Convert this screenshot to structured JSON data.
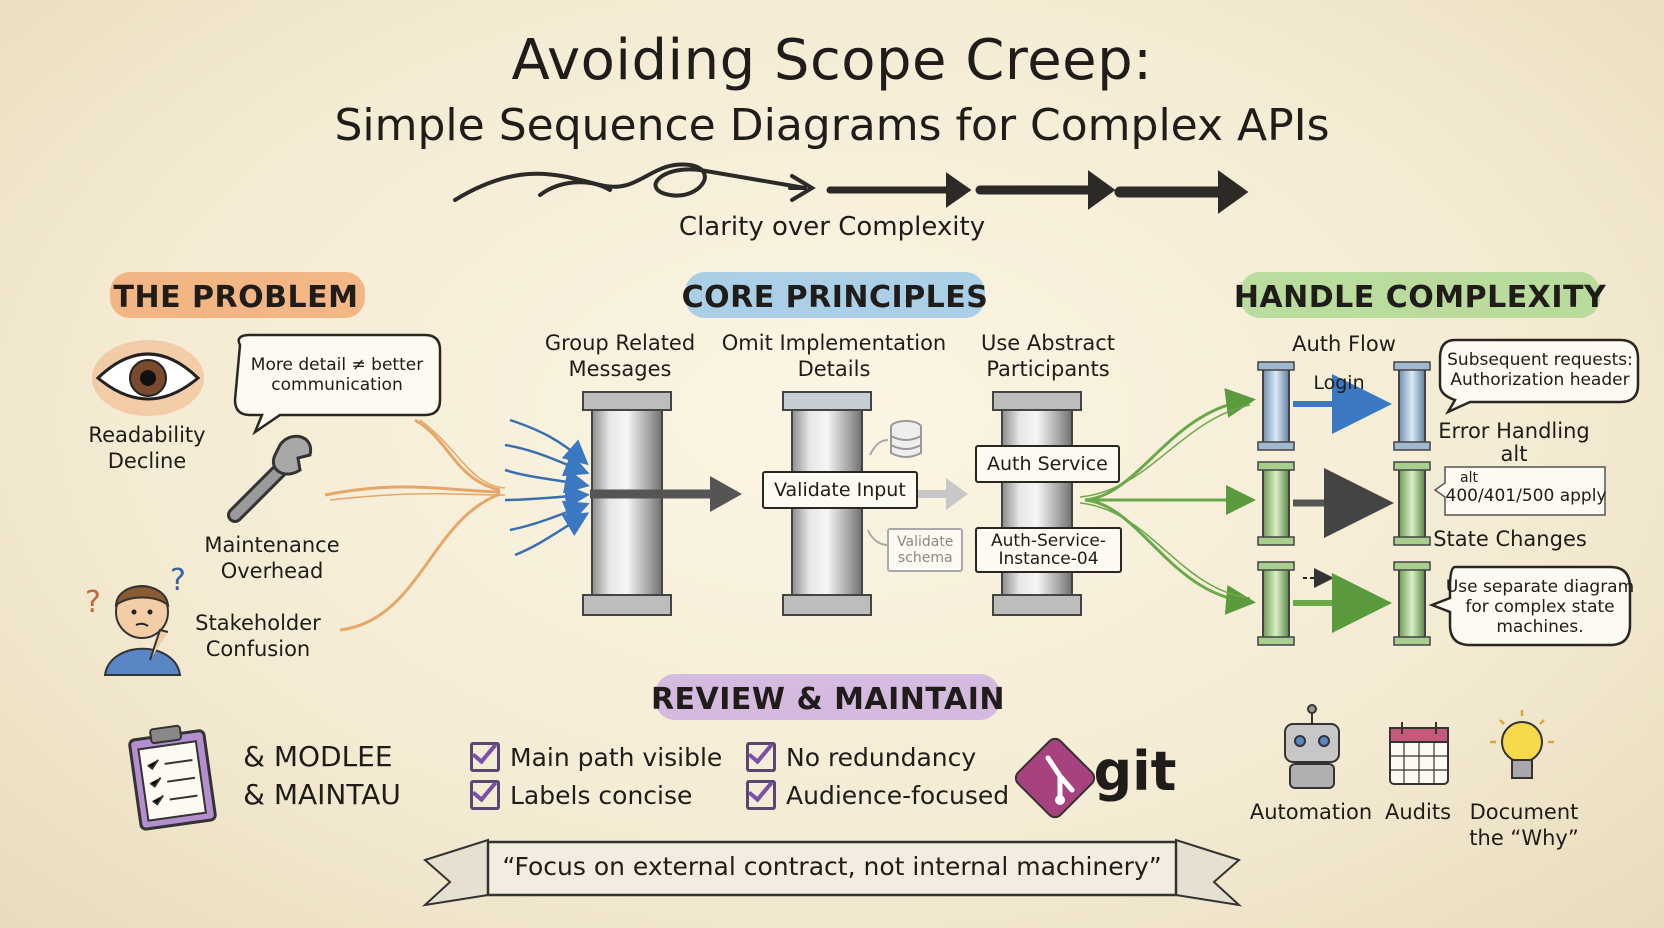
{
  "title": {
    "line1": "Avoiding Scope Creep:",
    "line2": "Simple Sequence Diagrams for Complex APIs"
  },
  "tagline": "Clarity over Complexity",
  "problem": {
    "header": "THE PROBLEM",
    "bubble_line1": "More detail ≠ better",
    "bubble_line2": "communication",
    "items": [
      {
        "line1": "Readability",
        "line2": "Decline",
        "icon": "eye-icon"
      },
      {
        "line1": "Maintenance",
        "line2": "Overhead",
        "icon": "wrench-icon"
      },
      {
        "line1": "Stakeholder",
        "line2": "Confusion",
        "icon": "confused-person-icon"
      }
    ]
  },
  "principles": {
    "header": "CORE PRINCIPLES",
    "columns": [
      {
        "line1": "Group Related",
        "line2": "Messages"
      },
      {
        "line1": "Omit Implementation",
        "line2": "Details"
      },
      {
        "line1": "Use Abstract",
        "line2": "Participants"
      }
    ],
    "validate_input": "Validate Input",
    "validate_small_line1": "Validate",
    "validate_small_line2": "schema",
    "auth_service": "Auth Service",
    "auth_instance_line1": "Auth-Service-",
    "auth_instance_line2": "Instance-04"
  },
  "complexity": {
    "header": "HANDLE COMPLEXITY",
    "auth_flow": "Auth Flow",
    "login": "Login",
    "bubble1_line1": "Subsequent requests:",
    "bubble1_line2": "Authorization header",
    "error_line1": "Error Handling",
    "error_line2": "alt",
    "alt_tag": "alt",
    "alt_text": "400/401/500 apply",
    "state_changes": "State Changes",
    "bubble2_line1": "Use separate diagram",
    "bubble2_line2": "for complex state",
    "bubble2_line3": "machines."
  },
  "review": {
    "header": "REVIEW & MAINTAIN",
    "scribble_line1": "& MODLEE",
    "scribble_line2": "& MAINTAU",
    "checks": [
      "Main path visible",
      "Labels concise",
      "No redundancy",
      "Audience-focused"
    ],
    "git_label": "git",
    "tools": [
      {
        "line1": "Automation",
        "line2": "",
        "icon": "robot-icon"
      },
      {
        "line1": "Audits",
        "line2": "",
        "icon": "calendar-icon"
      },
      {
        "line1": "Document",
        "line2": "the “Why”",
        "icon": "lightbulb-icon"
      }
    ]
  },
  "quote": "“Focus on external contract, not internal machinery”",
  "colors": {
    "problem": "#f0a468",
    "principles": "#8fc3e8",
    "complexity": "#a6d68a",
    "review": "#c9a8e3",
    "ink": "#1f1c19"
  }
}
